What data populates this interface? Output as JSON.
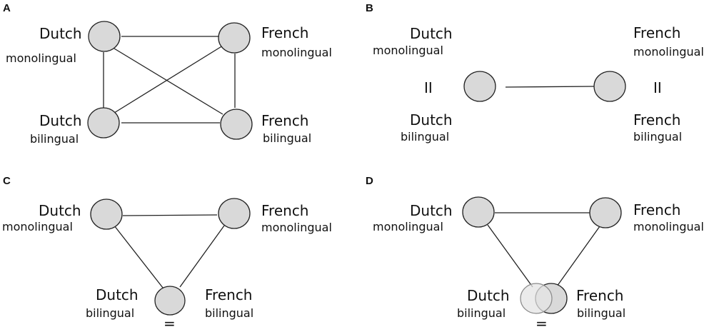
{
  "panels": {
    "A": {
      "letter": "A",
      "dutch_mono": {
        "name": "Dutch",
        "type": "monolingual"
      },
      "french_mono": {
        "name": "French",
        "type": "monolingual"
      },
      "dutch_bi": {
        "name": "Dutch",
        "type": "bilingual"
      },
      "french_bi": {
        "name": "French",
        "type": "bilingual"
      }
    },
    "B": {
      "letter": "B",
      "dutch_mono": {
        "name": "Dutch",
        "type": "monolingual"
      },
      "dutch_bi": {
        "name": "Dutch",
        "type": "bilingual"
      },
      "french_mono": {
        "name": "French",
        "type": "monolingual"
      },
      "french_bi": {
        "name": "French",
        "type": "bilingual"
      },
      "equal_symbol": "II"
    },
    "C": {
      "letter": "C",
      "dutch_mono": {
        "name": "Dutch",
        "type": "monolingual"
      },
      "french_mono": {
        "name": "French",
        "type": "monolingual"
      },
      "dutch_bi": {
        "name": "Dutch",
        "type": "bilingual"
      },
      "french_bi": {
        "name": "French",
        "type": "bilingual"
      },
      "equal_symbol": "="
    },
    "D": {
      "letter": "D",
      "dutch_mono": {
        "name": "Dutch",
        "type": "monolingual"
      },
      "french_mono": {
        "name": "French",
        "type": "monolingual"
      },
      "dutch_bi": {
        "name": "Dutch",
        "type": "bilingual"
      },
      "french_bi": {
        "name": "French",
        "type": "bilingual"
      },
      "equal_symbol": "="
    }
  }
}
